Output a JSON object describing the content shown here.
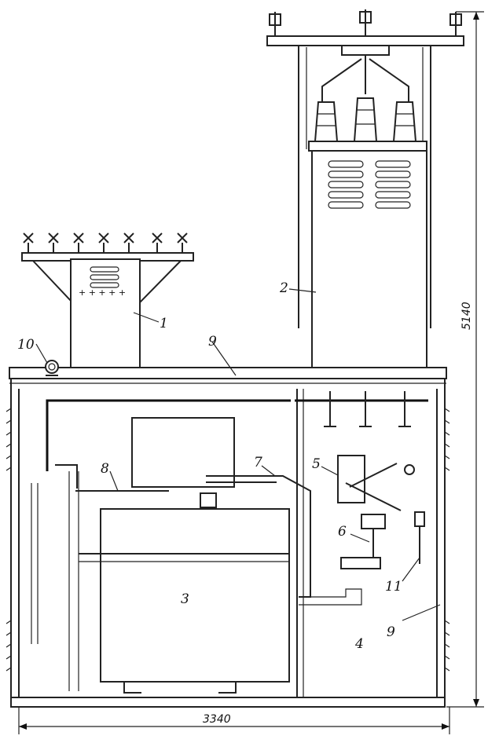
{
  "labels": {
    "l1": "1",
    "l2": "2",
    "l3": "3",
    "l4": "4",
    "l5": "5",
    "l6": "6",
    "l7": "7",
    "l8": "8",
    "l9a": "9",
    "l9b": "9",
    "l10": "10",
    "l11": "11"
  },
  "dimensions": {
    "width": "3340",
    "height": "5140"
  }
}
